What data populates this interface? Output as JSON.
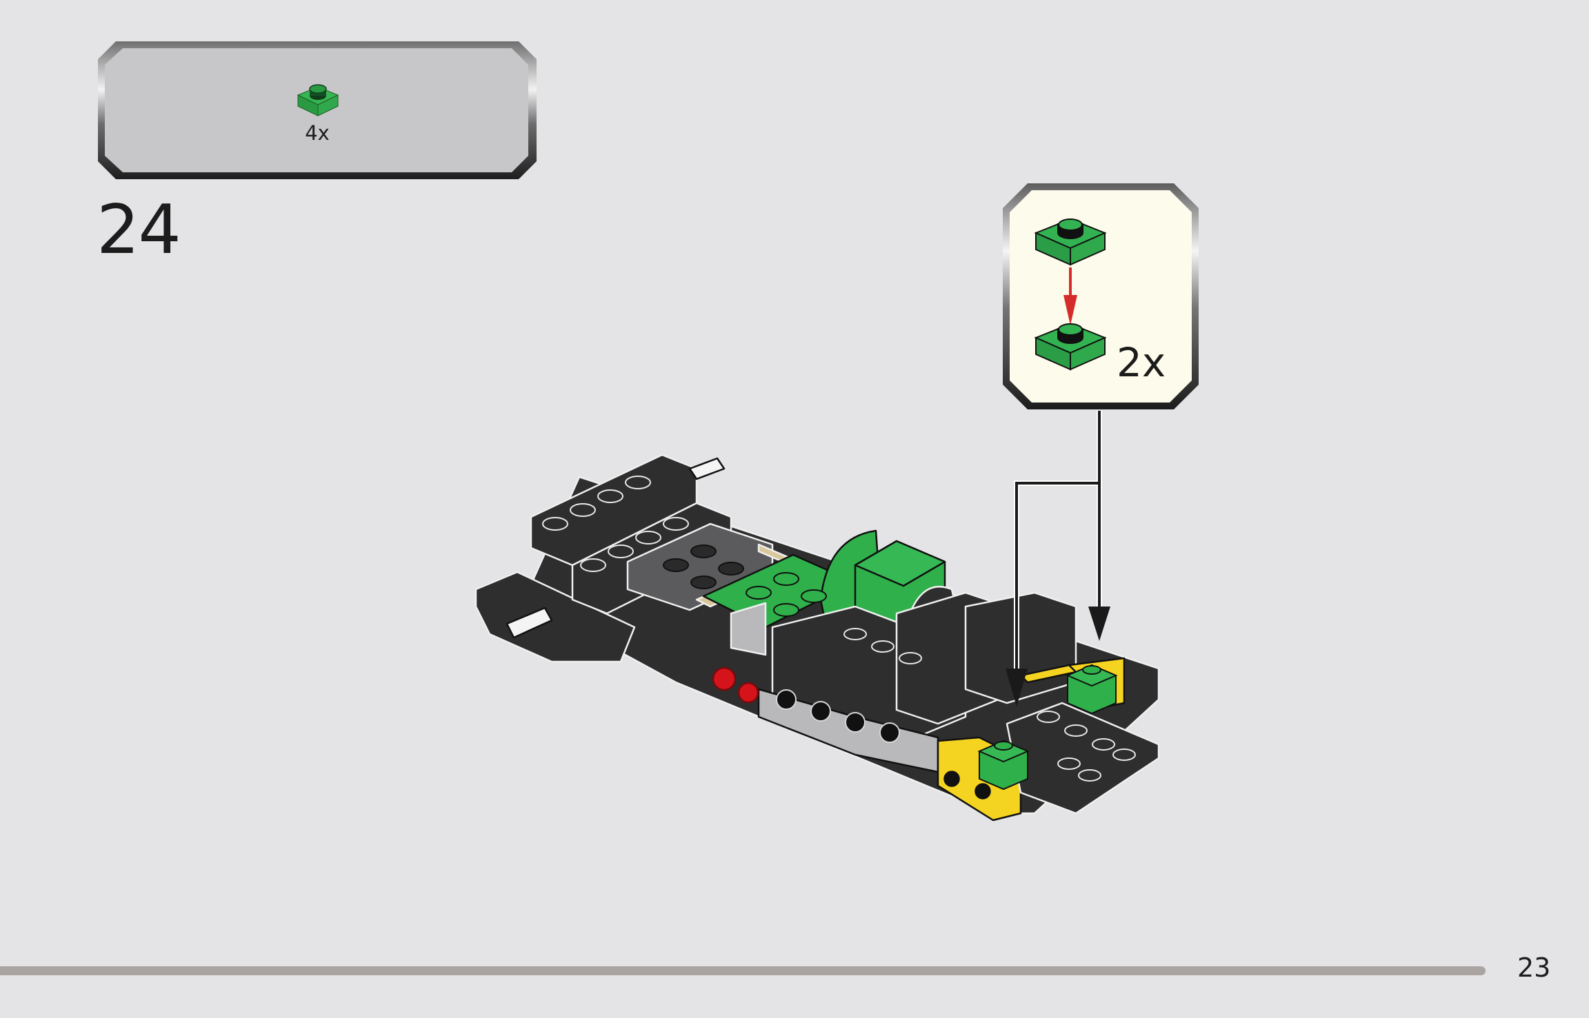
{
  "page": {
    "background": "#e4e3e5",
    "page_number": "23"
  },
  "parts_list": {
    "items": [
      {
        "part": "plate-1x1",
        "color": "green",
        "color_hex": "#2fb04a",
        "count": "4x"
      }
    ],
    "background": "#c7c6c8"
  },
  "step": {
    "number": "24"
  },
  "sub_assembly_callout": {
    "background": "#fdfbeb",
    "count": "2x",
    "parts": [
      {
        "part": "plate-1x1",
        "color": "green",
        "position": "top"
      },
      {
        "part": "plate-1x1",
        "color": "green",
        "position": "bottom"
      }
    ],
    "arrow_color": "#d62b2b"
  },
  "model": {
    "description": "Isometric view of the partially built vehicle with green, black, grey, yellow, tan and red elements",
    "placement_arrows": 2,
    "colors": {
      "black": "#2e2e2f",
      "dark_grey": "#5b5b5d",
      "light_grey": "#b9b8ba",
      "green": "#2fb04a",
      "yellow": "#f5d321",
      "tan": "#d8c89a",
      "red": "#d4141a",
      "white": "#f4f4f4"
    }
  }
}
